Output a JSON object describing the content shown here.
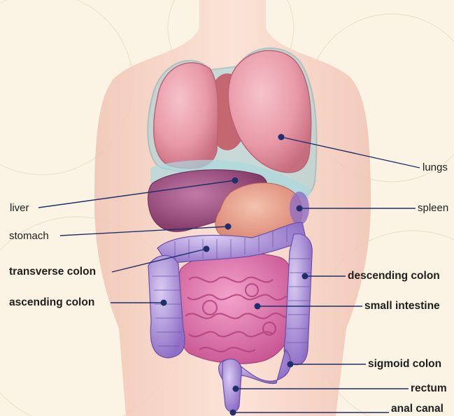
{
  "labels": {
    "lungs": "lungs",
    "liver": "liver",
    "spleen": "spleen",
    "stomach": "stomach",
    "transverse_colon": "transverse colon",
    "descending_colon": "descending colon",
    "ascending_colon": "ascending colon",
    "small_intestine": "small intestine",
    "sigmoid_colon": "sigmoid colon",
    "rectum": "rectum",
    "anal_canal": "anal canal"
  },
  "colors": {
    "background": "#fbf3e3",
    "skin": "#f6d2c4",
    "lungs": "#e99aa8",
    "pleura": "#9fd4da",
    "liver": "#9a4a7a",
    "stomach": "#e8a48f",
    "colon": "#a98ad6",
    "small_intestine": "#e47ab0",
    "leader_line": "#1f2f6b"
  }
}
